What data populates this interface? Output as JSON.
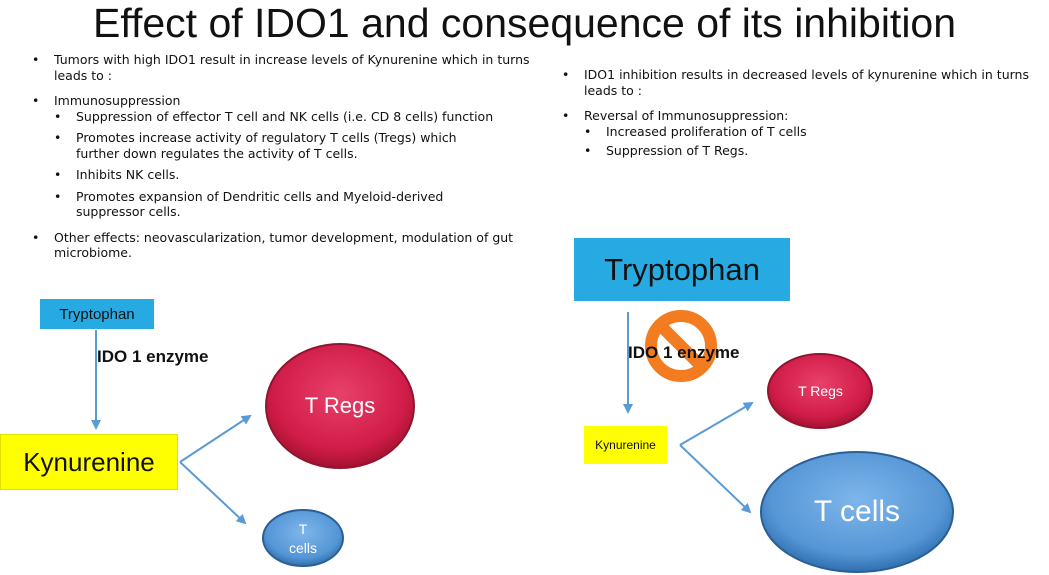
{
  "title": "Effect of IDO1 and consequence of its inhibition",
  "left_column": {
    "bullets": [
      {
        "text": "Tumors with high IDO1 result in increase levels of Kynurenine which in turns leads to :"
      },
      {
        "text": "Immunosuppression",
        "sub": [
          "Suppression of effector T cell and NK cells (i.e. CD 8 cells) function",
          "Promotes increase activity of regulatory T cells (Tregs) which further down regulates the activity of T cells.",
          "Inhibits NK cells.",
          "Promotes expansion of Dendritic cells and Myeloid-derived suppressor cells."
        ]
      },
      {
        "text": "Other effects: neovascularization, tumor development, modulation of gut microbiome."
      }
    ]
  },
  "right_column": {
    "bullets": [
      {
        "text": "IDO1 inhibition results in decreased levels of kynurenine which in turns leads to :"
      },
      {
        "text": "Reversal of Immunosuppression:",
        "sub": [
          "Increased proliferation of T cells",
          "Suppression of T Regs."
        ]
      }
    ]
  },
  "left_diagram": {
    "tryptophan": "Tryptophan",
    "enzyme": "IDO 1 enzyme",
    "kynurenine": "Kynurenine",
    "tregs": "T Regs",
    "tcells_line1": "T",
    "tcells_line2": "cells"
  },
  "right_diagram": {
    "tryptophan": "Tryptophan",
    "enzyme": "IDO 1 enzyme",
    "kynurenine": "Kynurenine",
    "tregs": "T Regs",
    "tcells": "T cells",
    "inhibition_icon": "prohibition-icon"
  },
  "colors": {
    "tryptophan_box": "#27aae1",
    "kynurenine_box": "#ffff00",
    "tregs_fill": "#d81e4a",
    "tcells_fill": "#5b9bd5",
    "arrow": "#5b9bd5",
    "prohibition": "#f47c20"
  }
}
